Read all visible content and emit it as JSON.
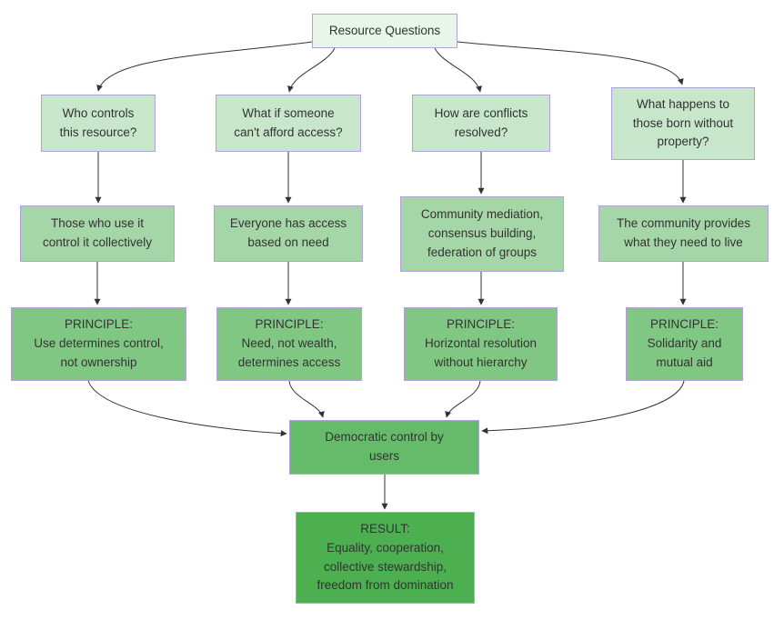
{
  "diagram": {
    "type": "flowchart",
    "direction": "top-down",
    "colors": {
      "root_fill": "#e8f5e9",
      "question_fill": "#c8e6c9",
      "answer_fill": "#a5d6a7",
      "principle_fill": "#81c784",
      "convergence_fill": "#66bb6a",
      "result_fill": "#4caf50",
      "node_border": "#b3a2d9",
      "edge_stroke": "#333333",
      "text": "#333333",
      "background": "#ffffff"
    },
    "nodes": {
      "resource": {
        "text": "Resource Questions"
      },
      "q1": {
        "text": "Who controls\nthis resource?"
      },
      "q2": {
        "text": "What if someone\ncan't afford access?"
      },
      "q3": {
        "text": "How are conflicts\nresolved?"
      },
      "q4": {
        "text": "What happens to\nthose born without\nproperty?"
      },
      "a1": {
        "text": "Those who use it\ncontrol it collectively"
      },
      "a2": {
        "text": "Everyone has access\nbased on need"
      },
      "a3": {
        "text": "Community mediation,\nconsensus building,\nfederation of groups"
      },
      "a4": {
        "text": "The community provides\nwhat they need to live"
      },
      "p1": {
        "text": "PRINCIPLE:\nUse determines control,\nnot ownership"
      },
      "p2": {
        "text": "PRINCIPLE:\nNeed, not wealth,\ndetermines access"
      },
      "p3": {
        "text": "PRINCIPLE:\nHorizontal resolution\nwithout hierarchy"
      },
      "p4": {
        "text": "PRINCIPLE:\nSolidarity and\nmutual aid"
      },
      "democratic": {
        "text": "Democratic control by\nusers"
      },
      "result": {
        "text": "RESULT:\nEquality, cooperation,\ncollective stewardship,\nfreedom from domination"
      }
    },
    "edges": [
      {
        "from": "resource",
        "to": "q1"
      },
      {
        "from": "resource",
        "to": "q2"
      },
      {
        "from": "resource",
        "to": "q3"
      },
      {
        "from": "resource",
        "to": "q4"
      },
      {
        "from": "q1",
        "to": "a1"
      },
      {
        "from": "q2",
        "to": "a2"
      },
      {
        "from": "q3",
        "to": "a3"
      },
      {
        "from": "q4",
        "to": "a4"
      },
      {
        "from": "a1",
        "to": "p1"
      },
      {
        "from": "a2",
        "to": "p2"
      },
      {
        "from": "a3",
        "to": "p3"
      },
      {
        "from": "a4",
        "to": "p4"
      },
      {
        "from": "p1",
        "to": "democratic"
      },
      {
        "from": "p2",
        "to": "democratic"
      },
      {
        "from": "p3",
        "to": "democratic"
      },
      {
        "from": "p4",
        "to": "democratic"
      },
      {
        "from": "democratic",
        "to": "result"
      }
    ]
  }
}
